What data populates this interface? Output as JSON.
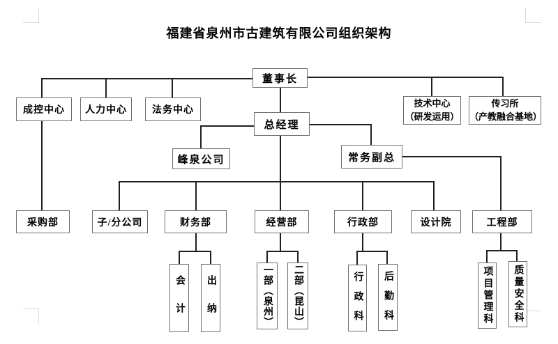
{
  "title": "福建省泉州市古建筑有限公司组织架构",
  "nodes": {
    "chairman": {
      "label": "董事长"
    },
    "cost_control": {
      "label": "成控中心"
    },
    "hr_center": {
      "label": "人力中心"
    },
    "legal_center": {
      "label": "法务中心"
    },
    "tech_center": {
      "lines": [
        "技术中心",
        "（研发运用）"
      ]
    },
    "heritage_school": {
      "lines": [
        "传习所",
        "（产教融合基地）"
      ]
    },
    "general_manager": {
      "label": "总经理"
    },
    "fengquan": {
      "label": "峰泉公司"
    },
    "deputy_gm": {
      "label": "常务副总"
    },
    "procurement": {
      "label": "采购部"
    },
    "subsidiaries": {
      "label": "子/分公司"
    },
    "finance": {
      "label": "财务部"
    },
    "operations": {
      "label": "经营部"
    },
    "admin": {
      "label": "行政部"
    },
    "design": {
      "label": "设计院"
    },
    "engineering": {
      "label": "工程部"
    },
    "accounting": {
      "label": "会计"
    },
    "cashier": {
      "label": "出纳"
    },
    "branch_one": {
      "label": "一部（泉州）"
    },
    "branch_two": {
      "label": "二部（昆山）"
    },
    "admin_section": {
      "label": "行政科"
    },
    "logistics_section": {
      "label": "后勤科"
    },
    "project_mgmt_section": {
      "label": "项目管理科"
    },
    "quality_safety_section": {
      "label": "质量安全科"
    }
  },
  "colors": {
    "background": "#ffffff",
    "line": "#1f1f1f",
    "box_border": "#6e6e6e",
    "text": "#000000",
    "crop_mark": "#d9d9d9"
  }
}
